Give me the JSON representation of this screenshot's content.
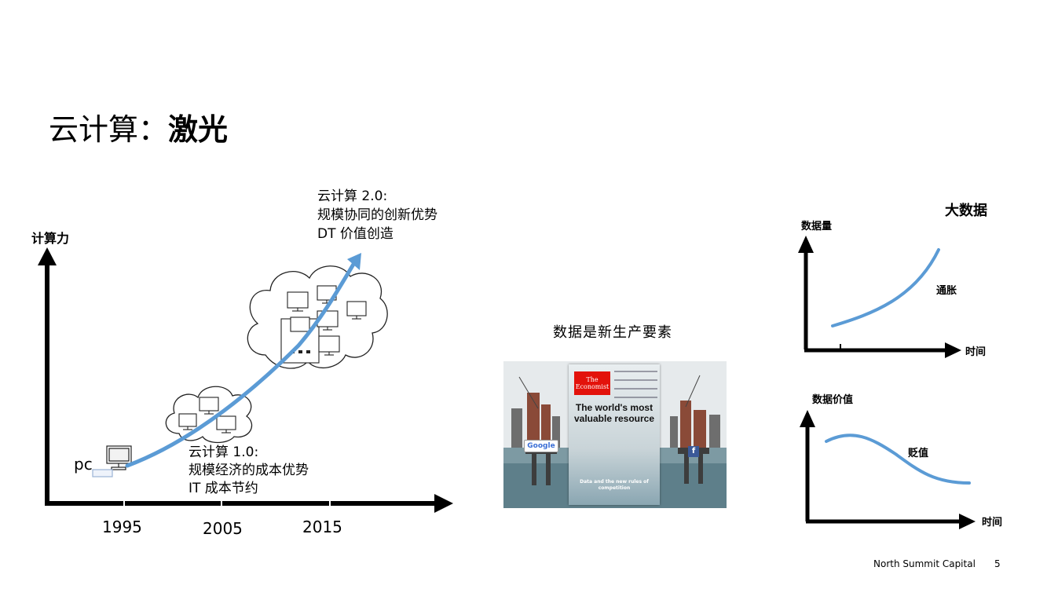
{
  "title": {
    "prefix": "云计算：",
    "emph": "激光"
  },
  "left_diagram": {
    "y_axis_label": "计算力",
    "years": [
      "1995",
      "2005",
      "2015"
    ],
    "pc_label": "pc",
    "cloud1": {
      "line1": "云计算 1.0:",
      "line2": "规模经济的成本优势",
      "line3": "IT 成本节约"
    },
    "cloud2": {
      "line1": "云计算 2.0:",
      "line2": "规模协同的创新优势",
      "line3": "DT 价值创造"
    },
    "accent_color": "#5b9bd5"
  },
  "middle": {
    "caption": "数据是新生产要素",
    "magazine": {
      "brand_line1": "The",
      "brand_line2": "Economist",
      "headline": "The world's most valuable resource",
      "subline": "Data and the new rules of competition",
      "google_badge": "Google"
    }
  },
  "right_diagram": {
    "title": "大数据",
    "top_chart": {
      "y_label": "数据量",
      "x_label": "时间",
      "curve_label": "通胀"
    },
    "bottom_chart": {
      "y_label": "数据价值",
      "x_label": "时间",
      "curve_label": "贬值"
    }
  },
  "footer": {
    "company": "North Summit Capital",
    "page": "5"
  }
}
